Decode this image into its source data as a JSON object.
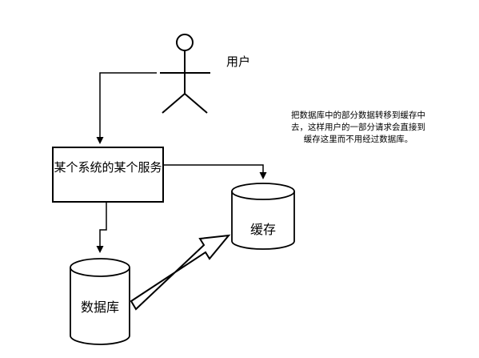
{
  "nodes": {
    "user": "用户",
    "service": "某个系统的某个服务",
    "cache": "缓存",
    "database": "数据库"
  },
  "note": "把数据库中的部分数据转移到缓存中去，这样用户的一部分请求会直接到缓存这里而不用经过数据库。"
}
